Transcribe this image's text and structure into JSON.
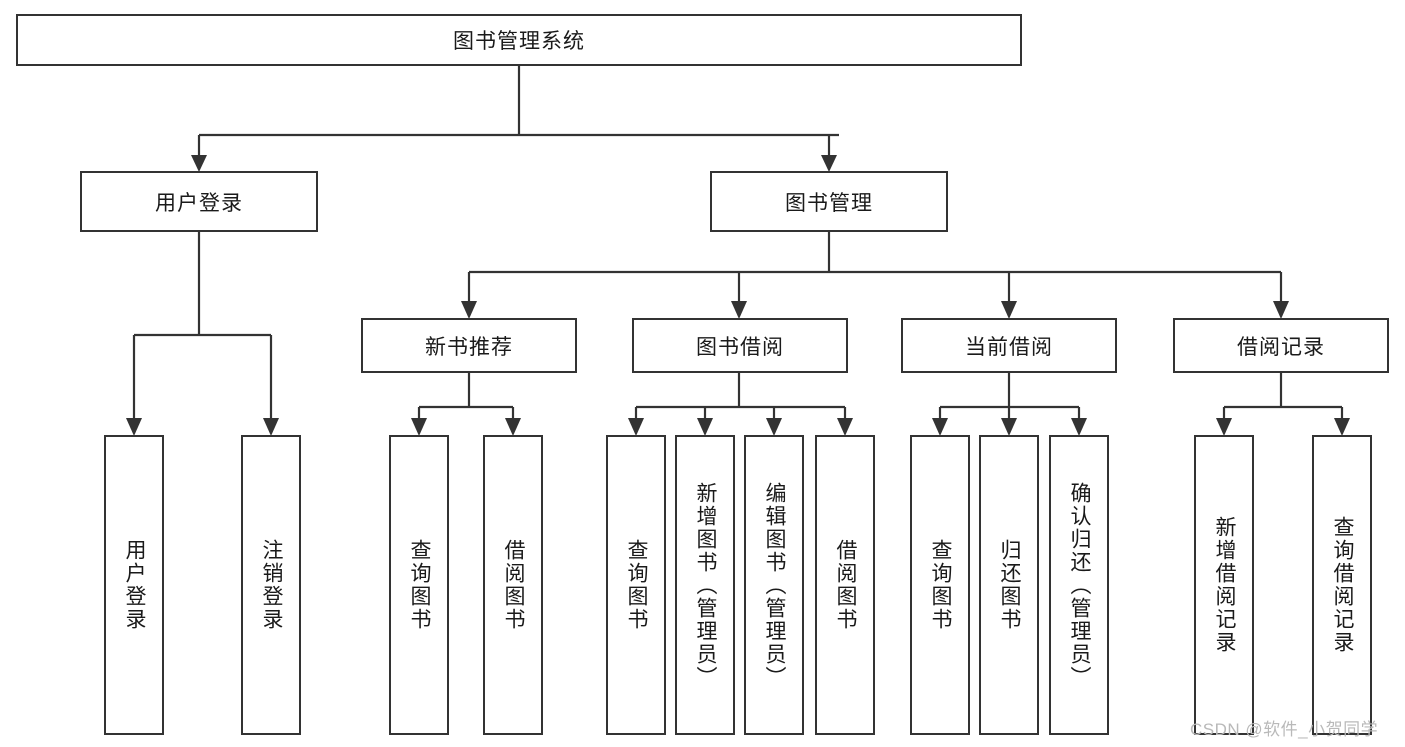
{
  "diagram": {
    "type": "tree-hierarchy",
    "title": "图书管理系统",
    "watermark": "CSDN @软件_小贺同学",
    "root": {
      "label": "图书管理系统"
    },
    "level2": [
      {
        "id": "user-login",
        "label": "用户登录"
      },
      {
        "id": "book-manage",
        "label": "图书管理"
      }
    ],
    "level3": [
      {
        "id": "new-book-recommend",
        "label": "新书推荐",
        "parent": "book-manage"
      },
      {
        "id": "book-borrow",
        "label": "图书借阅",
        "parent": "book-manage"
      },
      {
        "id": "current-borrow",
        "label": "当前借阅",
        "parent": "book-manage"
      },
      {
        "id": "borrow-record",
        "label": "借阅记录",
        "parent": "book-manage"
      }
    ],
    "leaves": [
      {
        "id": "leaf-user-login",
        "label": "用户登录",
        "parent": "user-login"
      },
      {
        "id": "leaf-logout-login",
        "label": "注销登录",
        "parent": "user-login"
      },
      {
        "id": "leaf-query-book-1",
        "label": "查询图书",
        "parent": "new-book-recommend"
      },
      {
        "id": "leaf-borrow-book-1",
        "label": "借阅图书",
        "parent": "new-book-recommend"
      },
      {
        "id": "leaf-query-book-2",
        "label": "查询图书",
        "parent": "book-borrow"
      },
      {
        "id": "leaf-add-book",
        "label": "新增图书（管理员）",
        "parent": "book-borrow"
      },
      {
        "id": "leaf-edit-book",
        "label": "编辑图书（管理员）",
        "parent": "book-borrow"
      },
      {
        "id": "leaf-borrow-book-2",
        "label": "借阅图书",
        "parent": "book-borrow"
      },
      {
        "id": "leaf-query-book-3",
        "label": "查询图书",
        "parent": "current-borrow"
      },
      {
        "id": "leaf-return-book",
        "label": "归还图书",
        "parent": "current-borrow"
      },
      {
        "id": "leaf-confirm-return",
        "label": "确认归还（管理员）",
        "parent": "current-borrow"
      },
      {
        "id": "leaf-add-borrow-record",
        "label": "新增借阅记录",
        "parent": "borrow-record"
      },
      {
        "id": "leaf-query-borrow-record",
        "label": "查询借阅记录",
        "parent": "borrow-record"
      }
    ],
    "colors": {
      "stroke": "#333333",
      "fill": "#ffffff",
      "text": "#1a1a1a",
      "watermark": "#b9b9b9"
    }
  }
}
